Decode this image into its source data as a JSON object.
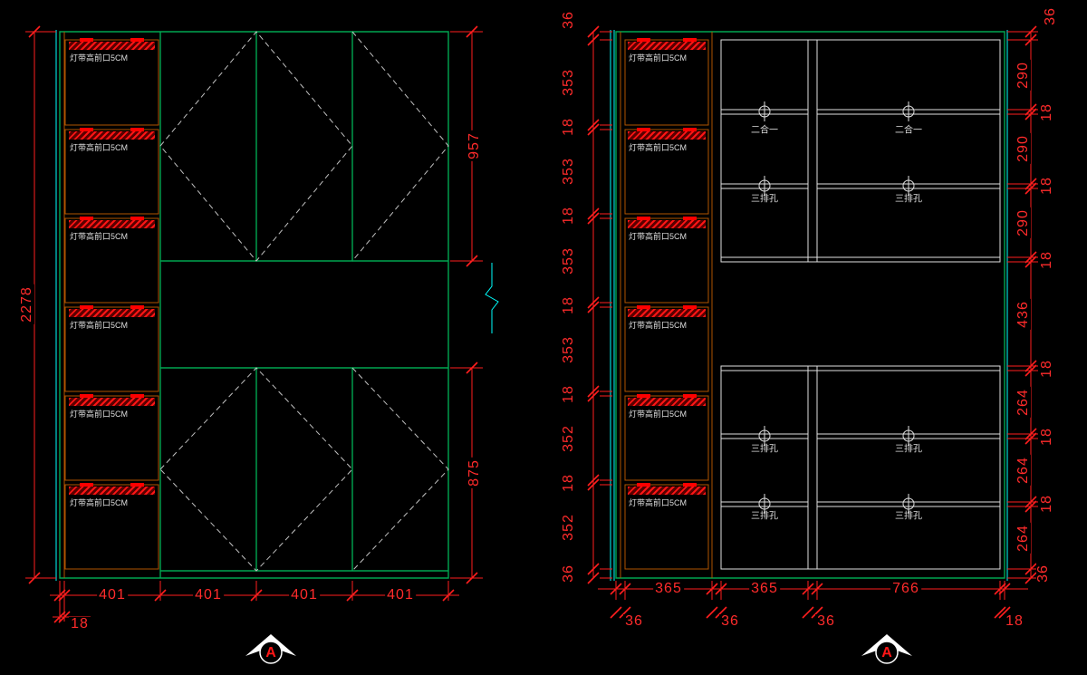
{
  "colors": {
    "background": "#000000",
    "frame_green": "#00a651",
    "cabinet_orange": "#b15500",
    "internal_white": "#e0e0e0",
    "dimension_red": "#ff2b2b",
    "wall_cyan": "#00ffff",
    "dashed_gray": "#c0c0c0"
  },
  "left": {
    "height_total": "2278",
    "height_upper": "957",
    "height_lower": "875",
    "bottom": [
      "401",
      "401",
      "401",
      "401"
    ],
    "panel": "18",
    "led_label": "灯带高前口5CM",
    "section": "A"
  },
  "right": {
    "led_label": "灯带高前口5CM",
    "left_chain": [
      "36",
      "353",
      "18",
      "353",
      "18",
      "353",
      "18",
      "353",
      "18",
      "352",
      "18",
      "352",
      "36"
    ],
    "right_chain": [
      "36",
      "290",
      "18",
      "290",
      "18",
      "290",
      "18",
      "436",
      "18",
      "264",
      "18",
      "264",
      "18",
      "264",
      "36"
    ],
    "bottom": [
      "365",
      "365",
      "766"
    ],
    "bottom_small": [
      "36",
      "36",
      "36",
      "18"
    ],
    "two_in_one": "二合一",
    "three_row": "三排孔",
    "section": "A"
  }
}
